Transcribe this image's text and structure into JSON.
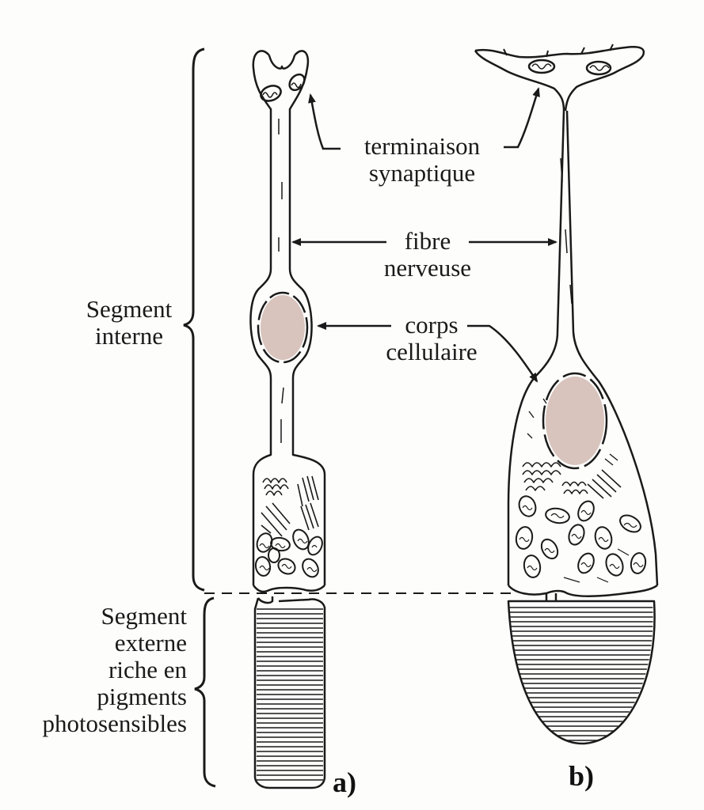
{
  "labels": {
    "synapse": [
      "terminaison",
      "synaptique"
    ],
    "fiber": [
      "fibre",
      "nerveuse"
    ],
    "cell_body": [
      "corps",
      "cellulaire"
    ],
    "inner_segment": [
      "Segment",
      "interne"
    ],
    "outer_segment": [
      "Segment",
      "externe",
      "riche en",
      "pigments",
      "photosensibles"
    ]
  },
  "panels": {
    "a": "a)",
    "b": "b)"
  },
  "colors": {
    "ink": "#1a1a1a",
    "nucleus": "#d8c4bd",
    "background": "#fdfdfc"
  }
}
